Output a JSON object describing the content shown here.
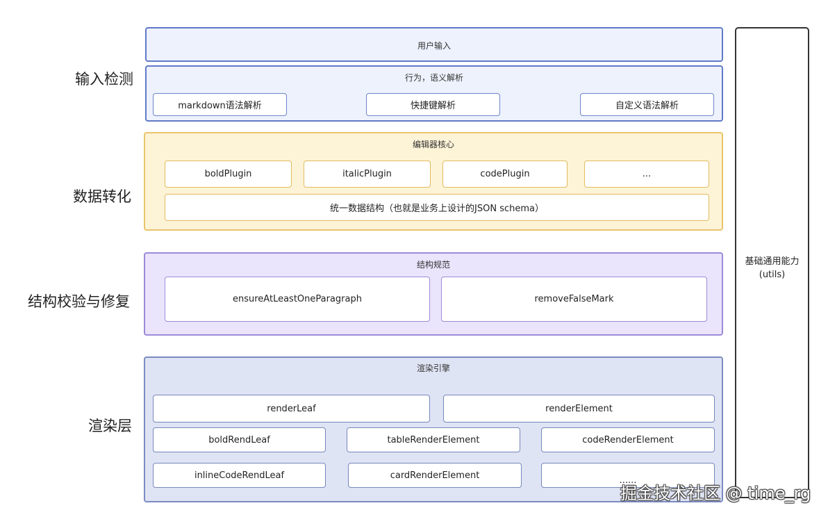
{
  "side_labels": {
    "input_check": "输入检测",
    "data_transform": "数据转化",
    "validate_fix": "结构校验与修复",
    "render_layer": "渲染层"
  },
  "user_input": "用户输入",
  "semantic": {
    "title": "行为，语义解析",
    "items": [
      "markdown语法解析",
      "快捷键解析",
      "自定义语法解析"
    ]
  },
  "editor_core": {
    "title": "编辑器核心",
    "plugins": [
      "boldPlugin",
      "italicPlugin",
      "codePlugin",
      "..."
    ],
    "schema": "统一数据结构（也就是业务上设计的JSON schema）"
  },
  "structure": {
    "title": "结构规范",
    "items": [
      "ensureAtLeastOneParagraph",
      "removeFalseMark"
    ]
  },
  "render": {
    "title": "渲染引擎",
    "row1": [
      "renderLeaf",
      "renderElement"
    ],
    "row2": [
      "boldRendLeaf",
      "tableRenderElement",
      "codeRenderElement"
    ],
    "row3": [
      "inlineCodeRendLeaf",
      "cardRenderElement",
      "......"
    ]
  },
  "utils": {
    "line1": "基础通用能力",
    "line2": "(utils)"
  },
  "watermark": "掘金技术社区 @ time_rg",
  "colors": {
    "input_layer": "#eef2fc",
    "core_layer": "#fdf3d7",
    "structure_layer": "#eae4fc",
    "render_layer": "#dfe4f4"
  }
}
